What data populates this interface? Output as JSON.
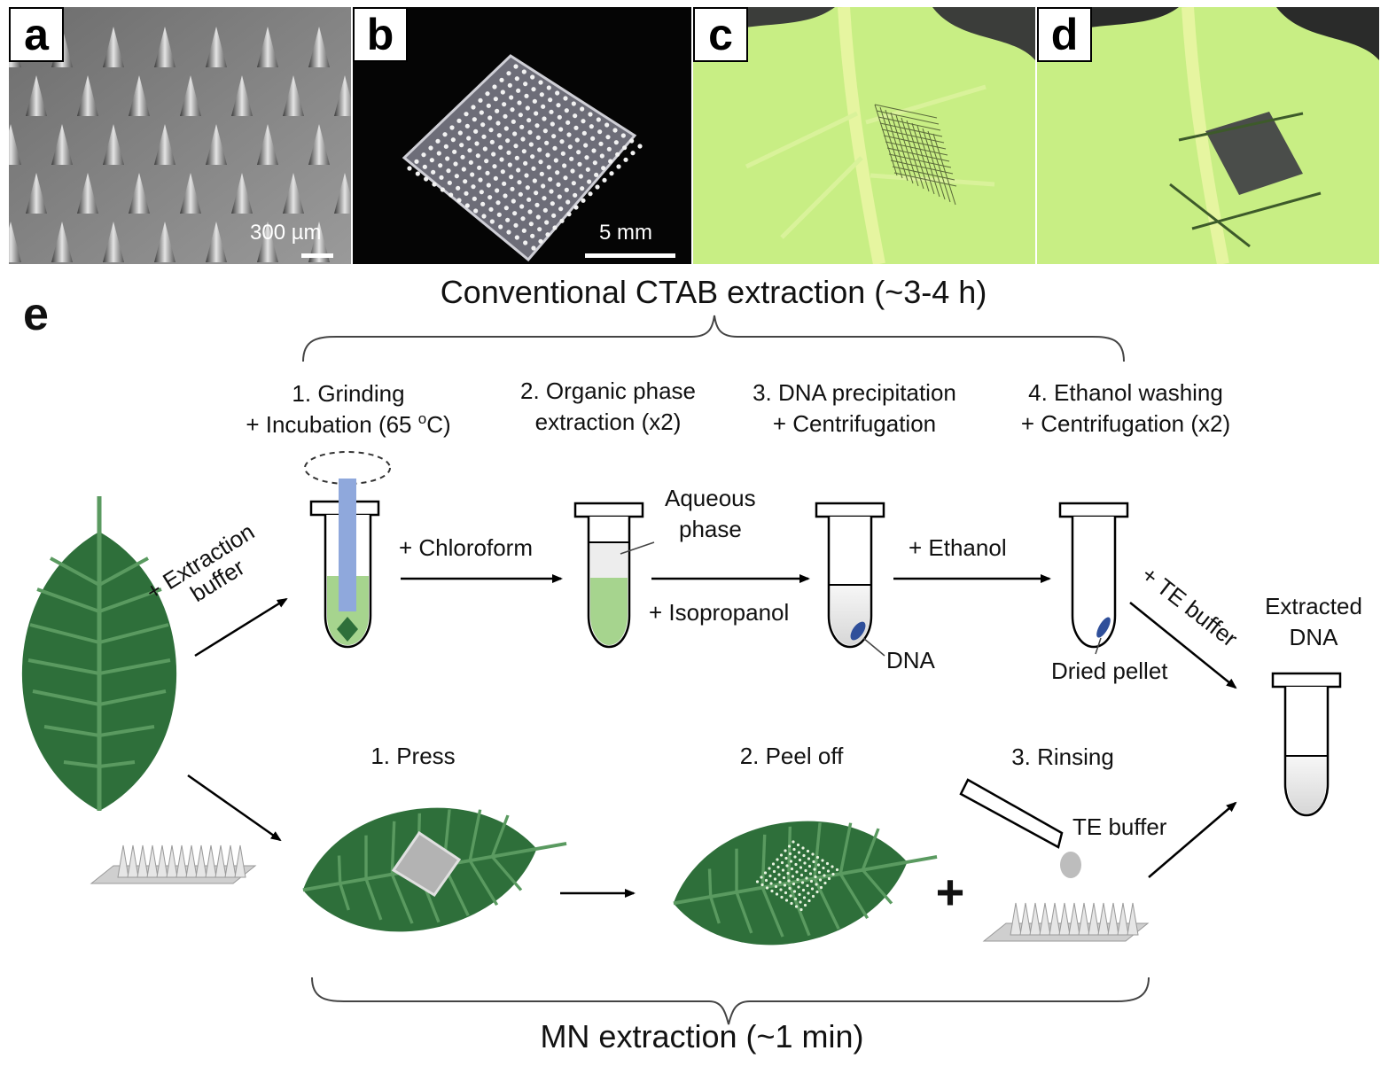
{
  "panels": {
    "a": {
      "label": "a",
      "scale_text": "300 µm"
    },
    "b": {
      "label": "b",
      "scale_text": "5 mm"
    },
    "c": {
      "label": "c"
    },
    "d": {
      "label": "d"
    },
    "e": {
      "label": "e"
    }
  },
  "conventional": {
    "title": "Conventional CTAB extraction (~3-4 h)",
    "steps": [
      {
        "line1": "1. Grinding",
        "line2": "+ Incubation (65 ",
        "sup": "o",
        "line2_end": "C)"
      },
      {
        "line1": "2. Organic phase",
        "line2": "extraction (x2)"
      },
      {
        "line1": "3. DNA precipitation",
        "line2": "+ Centrifugation"
      },
      {
        "line1": "4. Ethanol washing",
        "line2": "+ Centrifugation (x2)"
      }
    ],
    "arrows": {
      "extraction_buffer_1": "+ Extraction",
      "extraction_buffer_2": "buffer",
      "chloroform": "+ Chloroform",
      "isopropanol": "+ Isopropanol",
      "ethanol": "+ Ethanol",
      "te_buffer": "+ TE buffer"
    },
    "tube_labels": {
      "aqueous_1": "Aqueous",
      "aqueous_2": "phase",
      "dna": "DNA",
      "dried_pellet": "Dried pellet"
    }
  },
  "result": {
    "line1": "Extracted",
    "line2": "DNA"
  },
  "mn": {
    "title": "MN extraction (~1 min)",
    "steps": [
      "1. Press",
      "2. Peel off",
      "3. Rinsing"
    ],
    "te_buffer": "TE buffer",
    "plus": "+"
  },
  "colors": {
    "leaf": "#2e6f3a",
    "leaf_vein": "#5a9a60",
    "liquid": "#a6d48e",
    "pestle": "#8fa8dc",
    "pellet": "#2f4f9a",
    "patch": "#b3b3b3"
  }
}
